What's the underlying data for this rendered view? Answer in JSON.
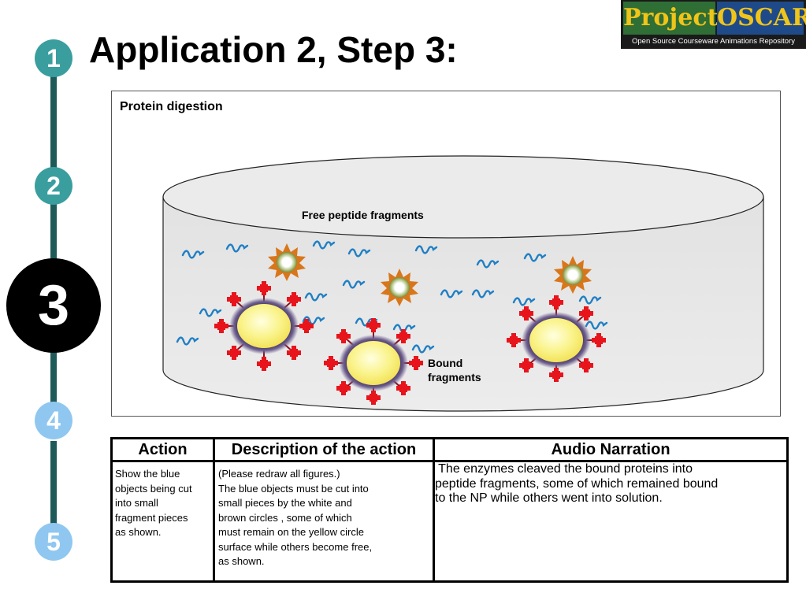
{
  "header": {
    "title": "Application 2, Step 3:"
  },
  "logo": {
    "word1": "Project",
    "word2": "OSCAR",
    "subtitle": "Open Source Courseware Animations Repository"
  },
  "steps": [
    "1",
    "2",
    "3",
    "4",
    "5"
  ],
  "diagram": {
    "label": "Protein digestion",
    "free_label": "Free peptide fragments",
    "bound_label_line1": "Bound",
    "bound_label_line2": "fragments"
  },
  "colors": {
    "step_teal": "#3a9e9e",
    "step_light": "#8fc7f0",
    "fragment_blue": "#1f7fc4",
    "protein_red": "#e8141c",
    "np_yellow": "#fbf58a",
    "enzyme_orange": "#d9761a"
  },
  "table": {
    "headers": [
      "Action",
      "Description of the action",
      "Audio Narration"
    ],
    "action_lines": [
      "Show the blue",
      "objects being cut",
      "into small",
      "fragment pieces",
      "as shown."
    ],
    "description_lines": [
      "(Please redraw all figures.)",
      "The blue objects must be cut into",
      "small pieces by the white and",
      "brown circles , some of which",
      "must remain on the yellow circle",
      "surface while others become free,",
      "as shown."
    ],
    "narration_lines": [
      " The enzymes cleaved the bound proteins into",
      "peptide fragments, some of which remained bound",
      "to the NP while others went into solution."
    ]
  }
}
